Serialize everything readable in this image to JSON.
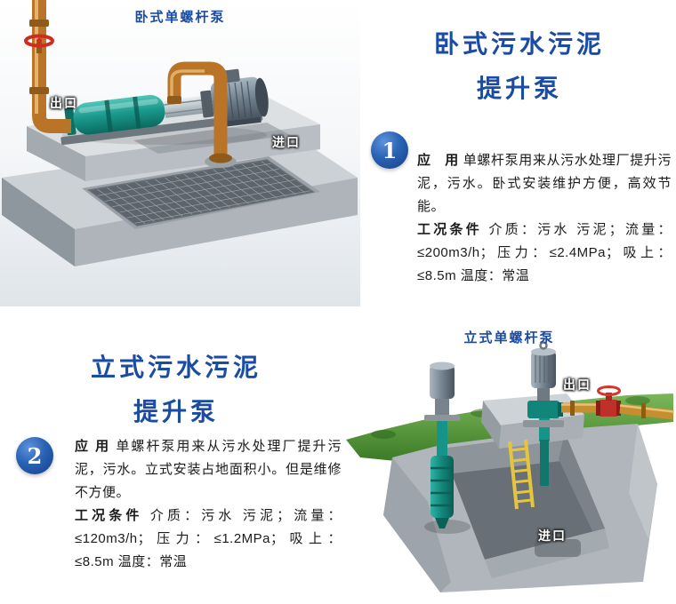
{
  "colors": {
    "title_blue": "#1a4ca3",
    "badge_blue": "#2a62b4",
    "body_text": "#1b1b1b",
    "pump_teal": "#13857a",
    "pipe_copper": "#b97427",
    "pipe_brass": "#c68e2e",
    "valve_red": "#cf2b20",
    "grass_green": "#4f9433",
    "concrete_gray": "#b0b6bb",
    "ladder_yellow": "#e6c53e"
  },
  "horizontal_section": {
    "illustration_title": "卧式单螺杆泵",
    "outlet_label": "出口",
    "inlet_label": "进口",
    "title_line1": "卧式污水污泥",
    "title_line2": "提升泵",
    "badge_number": "1",
    "application_lead": "应　用",
    "application_text": "单螺杆泵用来从污水处理厂提升污泥，污水。卧式安装维护方便，高效节能。",
    "conditions_lead": "工况条件",
    "conditions_text": "介质：污水 污泥；流量：≤200m3/h；压力：≤2.4MPa；吸上：≤8.5m 温度：常温"
  },
  "vertical_section": {
    "illustration_title": "立式单螺杆泵",
    "outlet_label": "出口",
    "inlet_label": "进口",
    "title_line1": "立式污水污泥",
    "title_line2": "提升泵",
    "badge_number": "2",
    "application_lead": "应 用",
    "application_text": "单螺杆泵用来从污水处理厂提升污泥，污水。立式安装占地面积小。但是维修不方便。",
    "conditions_lead": "工况条件",
    "conditions_text": "介质：污水 污泥；流量：≤120m3/h；压力：≤1.2MPa；吸上：≤8.5m 温度：常温"
  }
}
